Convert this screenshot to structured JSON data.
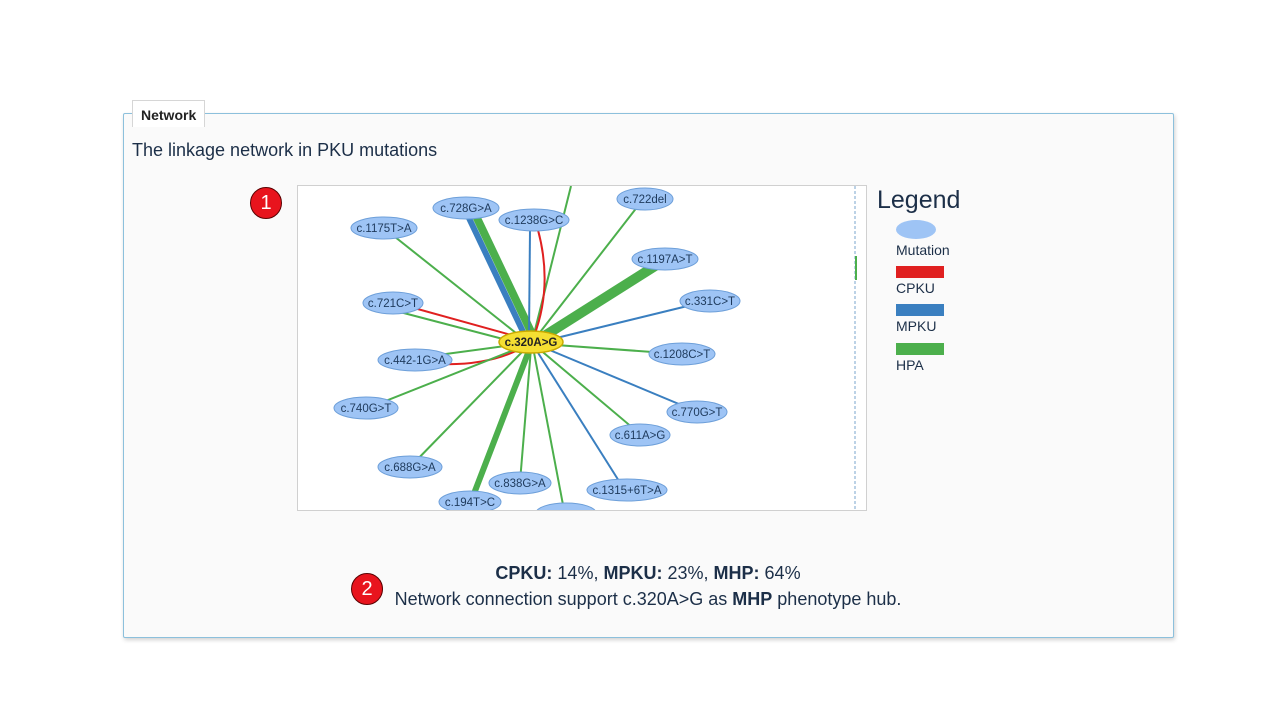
{
  "panel": {
    "tab_label": "Network",
    "subtitle": "The linkage network in PKU mutations"
  },
  "badges": [
    "1",
    "2"
  ],
  "network": {
    "hub": "c.320A>G",
    "nodes": [
      {
        "label": "c.728G>A"
      },
      {
        "label": "c.1238G>C"
      },
      {
        "label": "c.722del"
      },
      {
        "label": "c.1175T>A"
      },
      {
        "label": "c.1197A>T"
      },
      {
        "label": "c.331C>T"
      },
      {
        "label": "c.721C>T"
      },
      {
        "label": "c.442-1G>A"
      },
      {
        "label": "c.1208C>T"
      },
      {
        "label": "c.740G>T"
      },
      {
        "label": "c.770G>T"
      },
      {
        "label": "c.611A>G"
      },
      {
        "label": "c.688G>A"
      },
      {
        "label": "c.838G>A"
      },
      {
        "label": "c.1315+6T>A"
      },
      {
        "label": "c.194T>C"
      }
    ],
    "colors": {
      "node": "#9ec4f5",
      "hub": "#f5df32",
      "CPKU": "#e02020",
      "MPKU": "#3a7fc0",
      "HPA": "#4caf4c"
    }
  },
  "legend": {
    "title": "Legend",
    "items": [
      "Mutation",
      "CPKU",
      "MPKU",
      "HPA"
    ]
  },
  "stats": {
    "cpku_label": "CPKU:",
    "cpku_value": "14%,",
    "mpku_label": "MPKU:",
    "mpku_value": "23%,",
    "mhp_label": "MHP:",
    "mhp_value": "64%"
  },
  "conclusion": {
    "prefix": "Network connection support c.320A>G as",
    "bold": "MHP",
    "suffix": "phenotype hub."
  }
}
